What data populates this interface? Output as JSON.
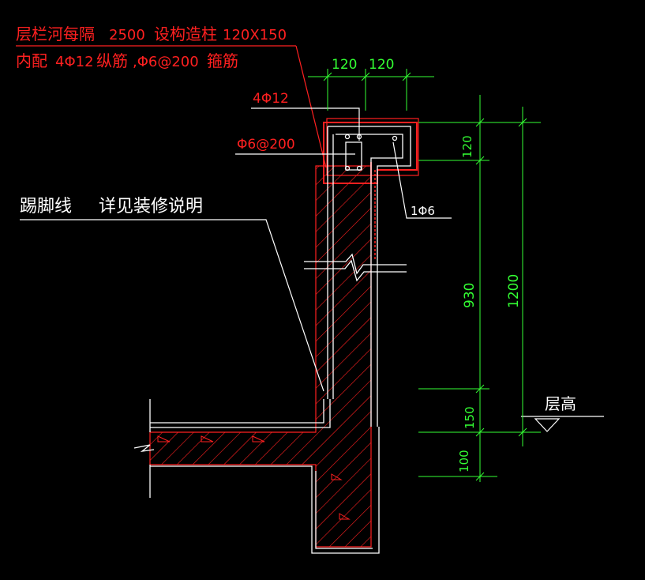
{
  "colors": {
    "background": "#000000",
    "outline": "#ffffff",
    "section": "#ff2020",
    "dimension": "#33ff33"
  },
  "notes": {
    "line1_a": "层栏河每隔",
    "line1_b": "2500",
    "line1_c": "设构造柱",
    "line1_d": "120X150",
    "line2_a": "内配",
    "line2_b": "4Φ12",
    "line2_c": "纵筋",
    "line2_d": ",Φ6@200",
    "line2_e": "箍筋"
  },
  "callouts": {
    "rebar_main": "4Φ12",
    "stirrup": "Φ6@200",
    "rebar_single": "1Φ6",
    "skirting": "踢脚线",
    "skirting_note": "详见装修说明",
    "floor_height": "层高"
  },
  "dimensions": {
    "top_left": "120",
    "top_right": "120",
    "coping": "120",
    "wall": "930",
    "total": "1200",
    "floor_finish": "150",
    "slab": "100"
  }
}
